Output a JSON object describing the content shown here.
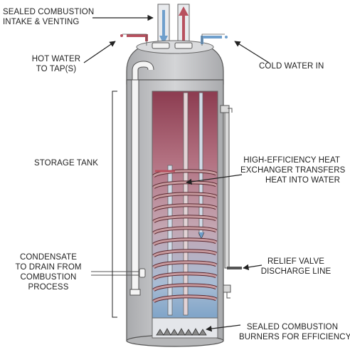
{
  "labels": {
    "combustion_vent": [
      "SEALED COMBUSTION",
      "INTAKE & VENTING"
    ],
    "hot_water": [
      "HOT WATER",
      "TO TAP(S)"
    ],
    "cold_water": [
      "COLD WATER IN"
    ],
    "storage_tank": [
      "STORAGE TANK"
    ],
    "heat_exchanger": [
      "HIGH-EFFICIENCY HEAT",
      "EXCHANGER TRANSFERS",
      "HEAT INTO WATER"
    ],
    "condensate": [
      "CONDENSATE",
      "TO DRAIN FROM",
      "COMBUSTION",
      "PROCESS"
    ],
    "relief_valve": [
      "RELIEF VALVE",
      "DISCHARGE LINE"
    ],
    "burners": [
      "SEALED COMBUSTION",
      "BURNERS FOR EFFICIENCY"
    ]
  },
  "colors": {
    "hot": "#b8505e",
    "cold": "#6f9fcc",
    "shell": "#c7c8ca",
    "water_top": "#a44a5c",
    "water_bottom": "#7fa4c8",
    "coil": "#c79a9e"
  }
}
